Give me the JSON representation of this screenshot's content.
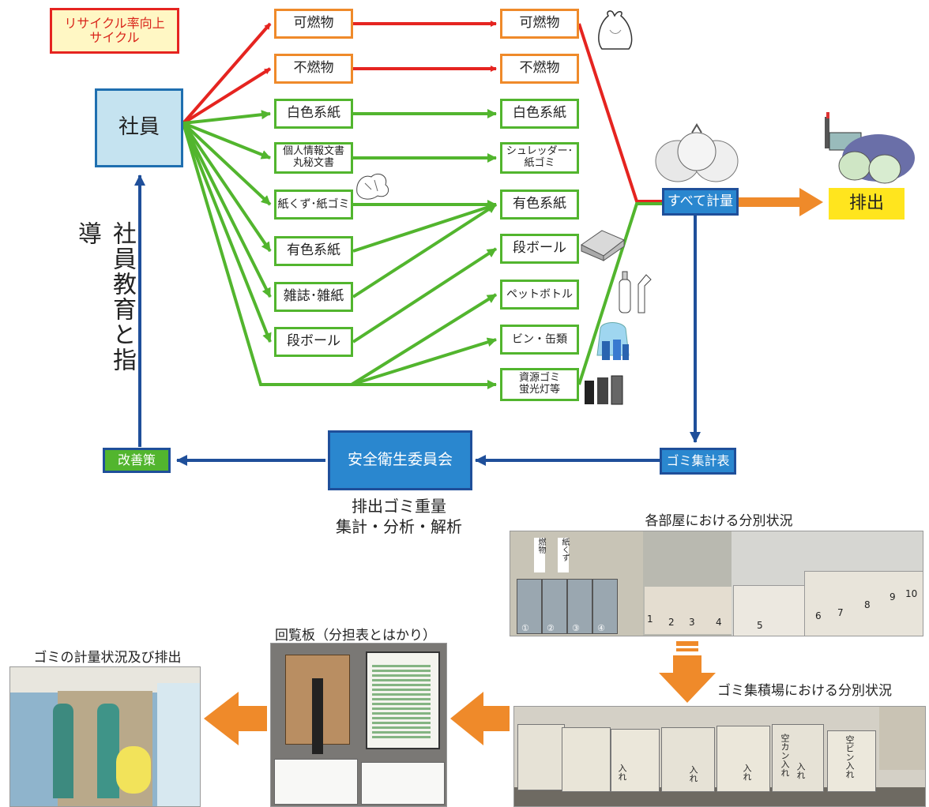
{
  "legend": "リサイクル率向上\nサイクル",
  "employee": "社員",
  "education": "社員教育と指導",
  "sources": [
    "可燃物",
    "不燃物",
    "白色系紙",
    "個人情報文書\n丸秘文書",
    "紙くず･紙ゴミ",
    "有色系紙",
    "雑誌･雑紙",
    "段ボール"
  ],
  "targets": [
    "可燃物",
    "不燃物",
    "白色系紙",
    "シュレッダー･\n紙ゴミ",
    "有色系紙",
    "段ボール",
    "ペットボトル",
    "ビン・缶類",
    "資源ゴミ\n蛍光灯等"
  ],
  "measure": "すべて計量",
  "discharge": "排出",
  "tally": "ゴミ集計表",
  "committee": "安全衛生委員会",
  "committee_note": "排出ゴミ重量\n集計・分析・解析",
  "improve": "改善策",
  "photo_captions": {
    "rooms": "各部屋における分別状況",
    "collection": "ゴミ集積場における分別状況",
    "board": "回覧板（分担表とはかり）",
    "weighing": "ゴミの計量状況及び排出"
  },
  "room_photo_labels": [
    "燃物",
    "紙くず",
    "①",
    "②",
    "③",
    "④",
    "1",
    "2",
    "3",
    "4",
    "5",
    "6",
    "7",
    "8",
    "9",
    "10"
  ],
  "bin_labels": [
    "入れ",
    "入れ",
    "入れ",
    "入れ",
    "空カン入れ",
    "空ビン入れ"
  ],
  "colors": {
    "recycle": "#e52420",
    "green": "#52b52e",
    "orange": "#ef8a2a",
    "blue": "#1f4f9a",
    "accent_blue": "#2a87cf",
    "yellow": "#ffe51e",
    "employee_bg": "#c5e3f0"
  }
}
